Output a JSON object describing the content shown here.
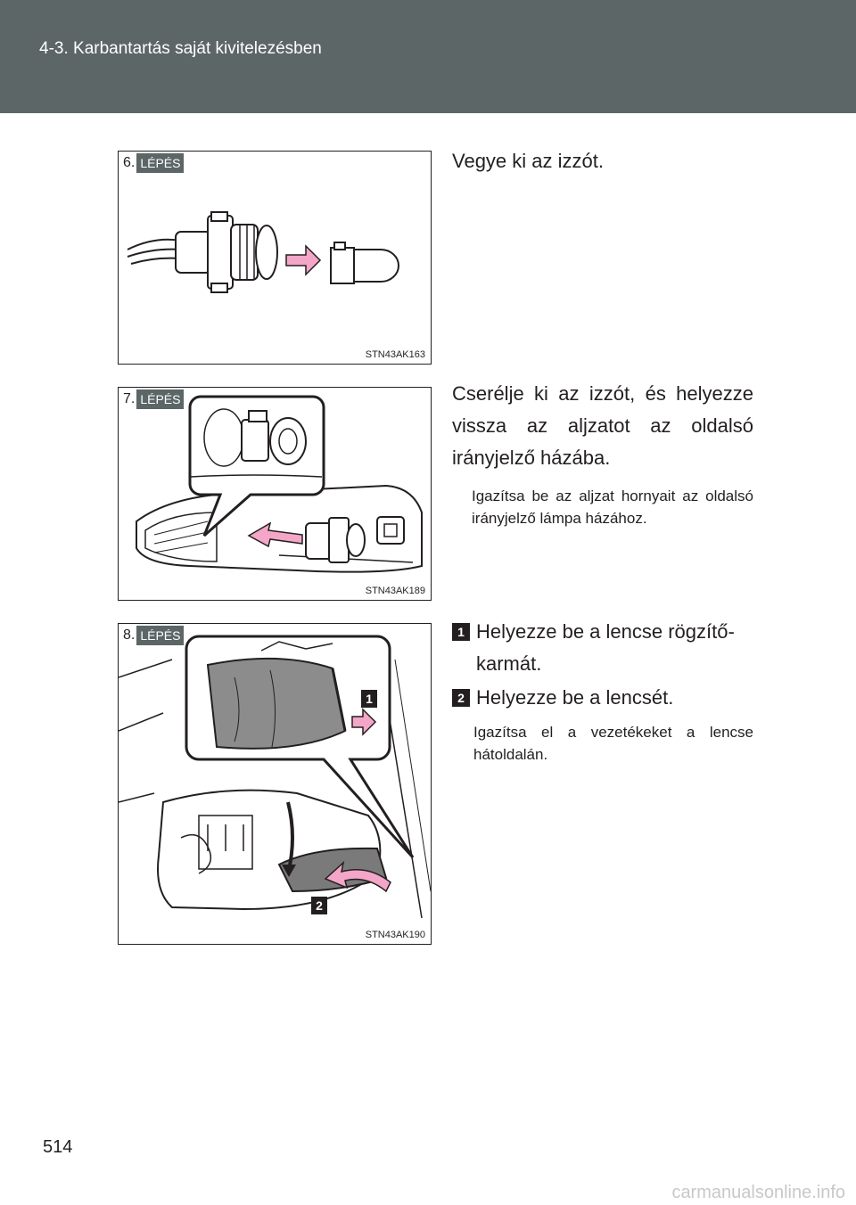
{
  "header": {
    "section_title": "4-3. Karbantartás saját kivitelezésben"
  },
  "steps": [
    {
      "number": "6.",
      "step_word": "LÉPÉS",
      "figure_code": "STN43AK163",
      "main_text": "Vegye ki az izzót."
    },
    {
      "number": "7.",
      "step_word": "LÉPÉS",
      "figure_code": "STN43AK189",
      "main_text": "Cserélje ki az izzót, és helyezze vissza az aljzatot az oldalsó irányjelző házába.",
      "note": "Igazítsa be az aljzat hornyait az oldalsó irányjelző lámpa házához."
    },
    {
      "number": "8.",
      "step_word": "LÉPÉS",
      "figure_code": "STN43AK190",
      "items": [
        {
          "badge": "1",
          "text": "Helyezze be a lencse rögzítő-karmát."
        },
        {
          "badge": "2",
          "text": "Helyezze be a lencsét."
        }
      ],
      "note": "Igazítsa el a vezetékeket a lencse hátoldalán.",
      "callouts": [
        "1",
        "2"
      ]
    }
  ],
  "page_number": "514",
  "watermark": "carmanualsonline.info",
  "colors": {
    "header_bg": "#5c6666",
    "arrow_pink": "#f4a6c8",
    "ink": "#231f20"
  }
}
